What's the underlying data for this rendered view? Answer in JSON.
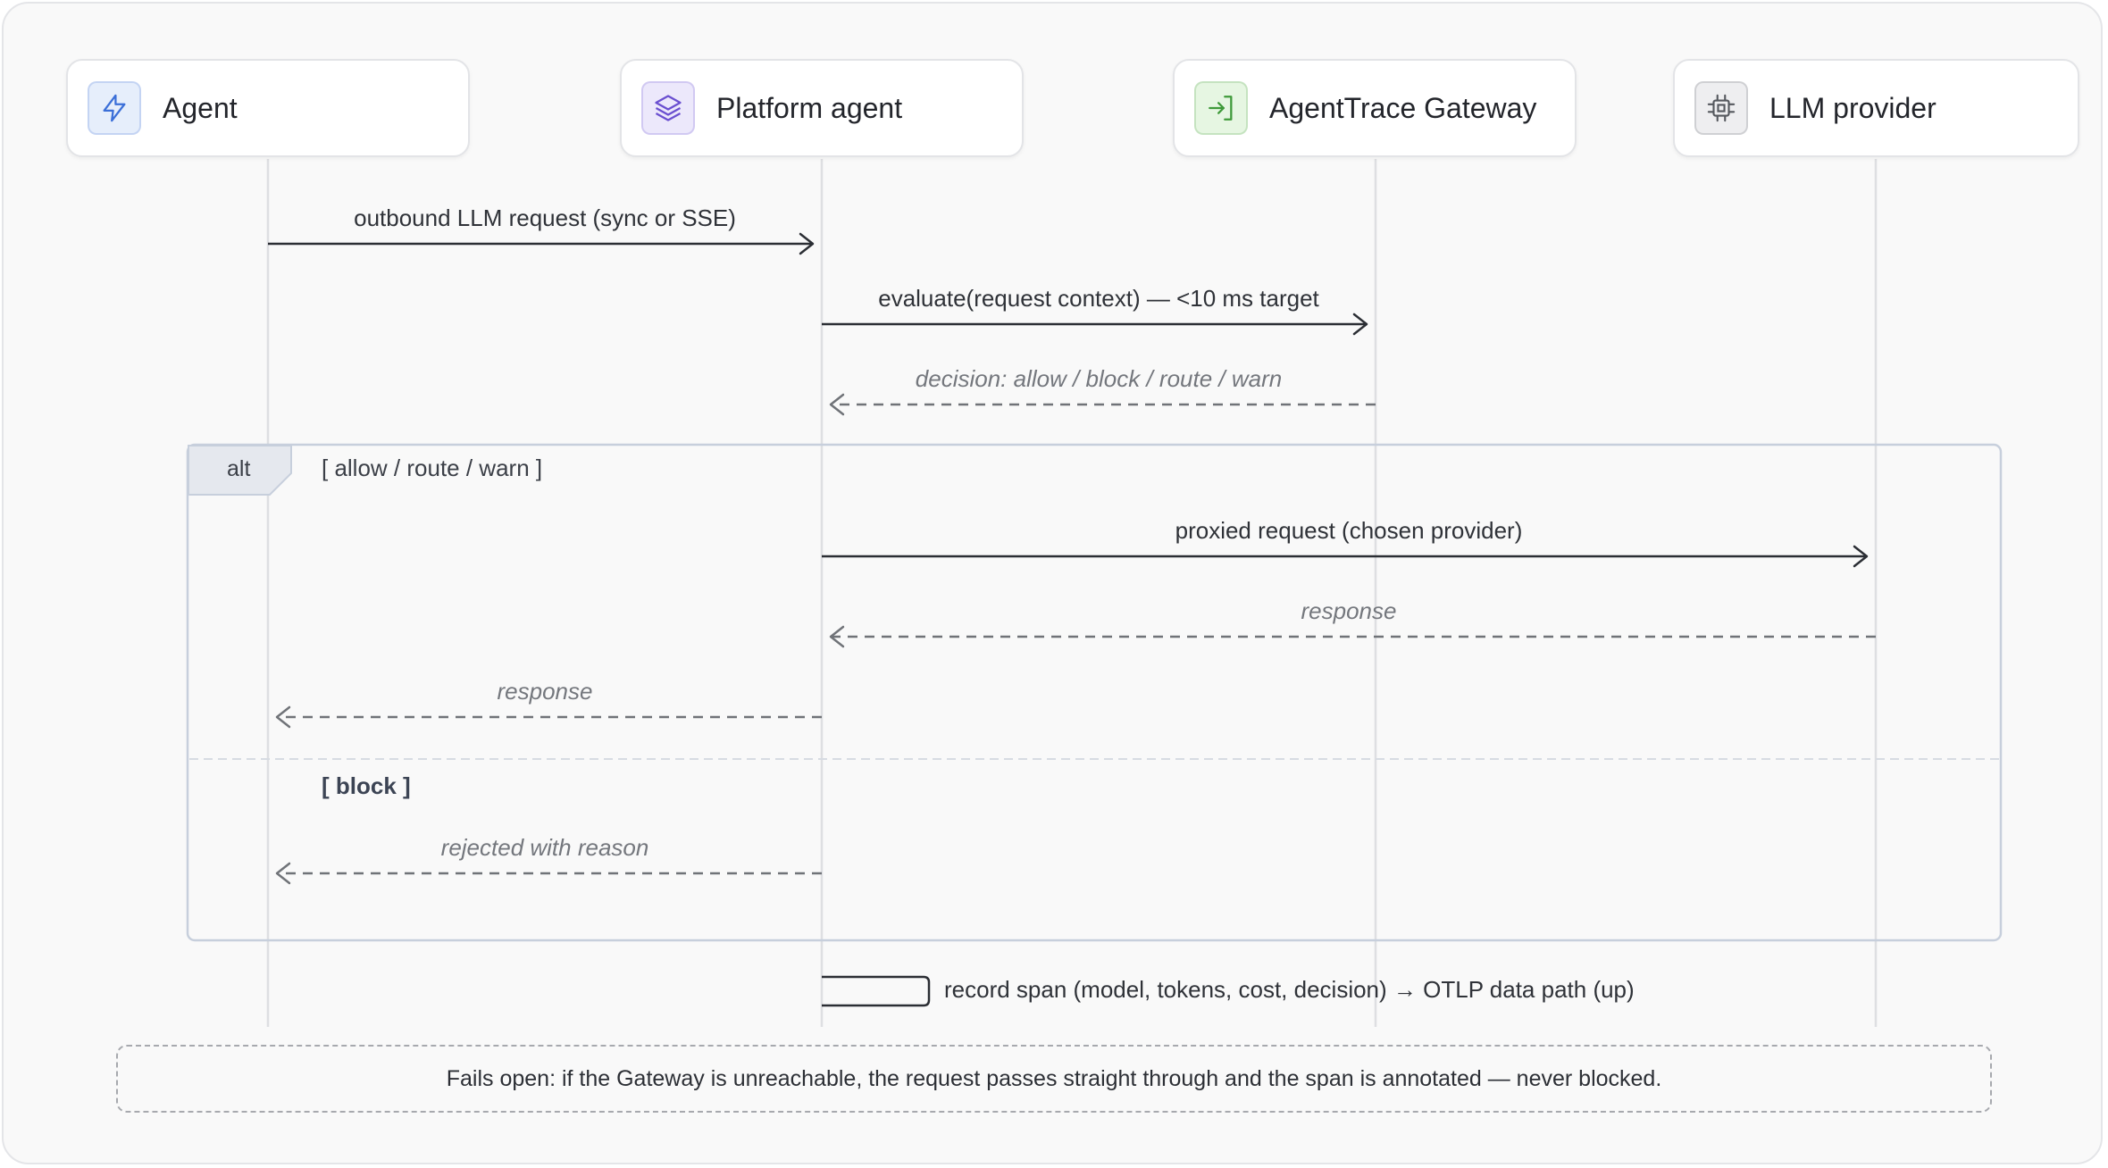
{
  "participants": [
    {
      "name": "Agent",
      "icon": "lightning-icon",
      "color": "#3b6fd8",
      "bg": "#e6eefb"
    },
    {
      "name": "Platform agent",
      "icon": "layers-icon",
      "color": "#6a4fd0",
      "bg": "#ece8fb"
    },
    {
      "name": "AgentTrace Gateway",
      "icon": "sign-in-icon",
      "color": "#3f9a3a",
      "bg": "#e6f6e2"
    },
    {
      "name": "LLM provider",
      "icon": "chip-icon",
      "color": "#55585e",
      "bg": "#eeeef0"
    }
  ],
  "messages": [
    {
      "text": "outbound LLM request (sync or SSE)",
      "from": 0,
      "to": 1,
      "style": "solid"
    },
    {
      "text": "evaluate(request context) — <10 ms target",
      "from": 1,
      "to": 2,
      "style": "solid"
    },
    {
      "text": "decision: allow / block / route / warn",
      "from": 2,
      "to": 1,
      "style": "dashed"
    },
    {
      "text": "proxied request (chosen provider)",
      "from": 1,
      "to": 3,
      "style": "solid"
    },
    {
      "text": "response",
      "from": 3,
      "to": 1,
      "style": "dashed"
    },
    {
      "text": "response",
      "from": 1,
      "to": 0,
      "style": "dashed"
    },
    {
      "text": "rejected with reason",
      "from": 1,
      "to": 0,
      "style": "dashed"
    }
  ],
  "alt": {
    "label": "alt",
    "branch1": "[ allow / route / warn ]",
    "branch2": "[ block ]"
  },
  "self_message": {
    "text": "record span (model, tokens, cost, decision) → OTLP data path (up)",
    "on": 1
  },
  "note": "Fails open: if the Gateway is unreachable, the request passes straight through and the span is annotated — never blocked."
}
